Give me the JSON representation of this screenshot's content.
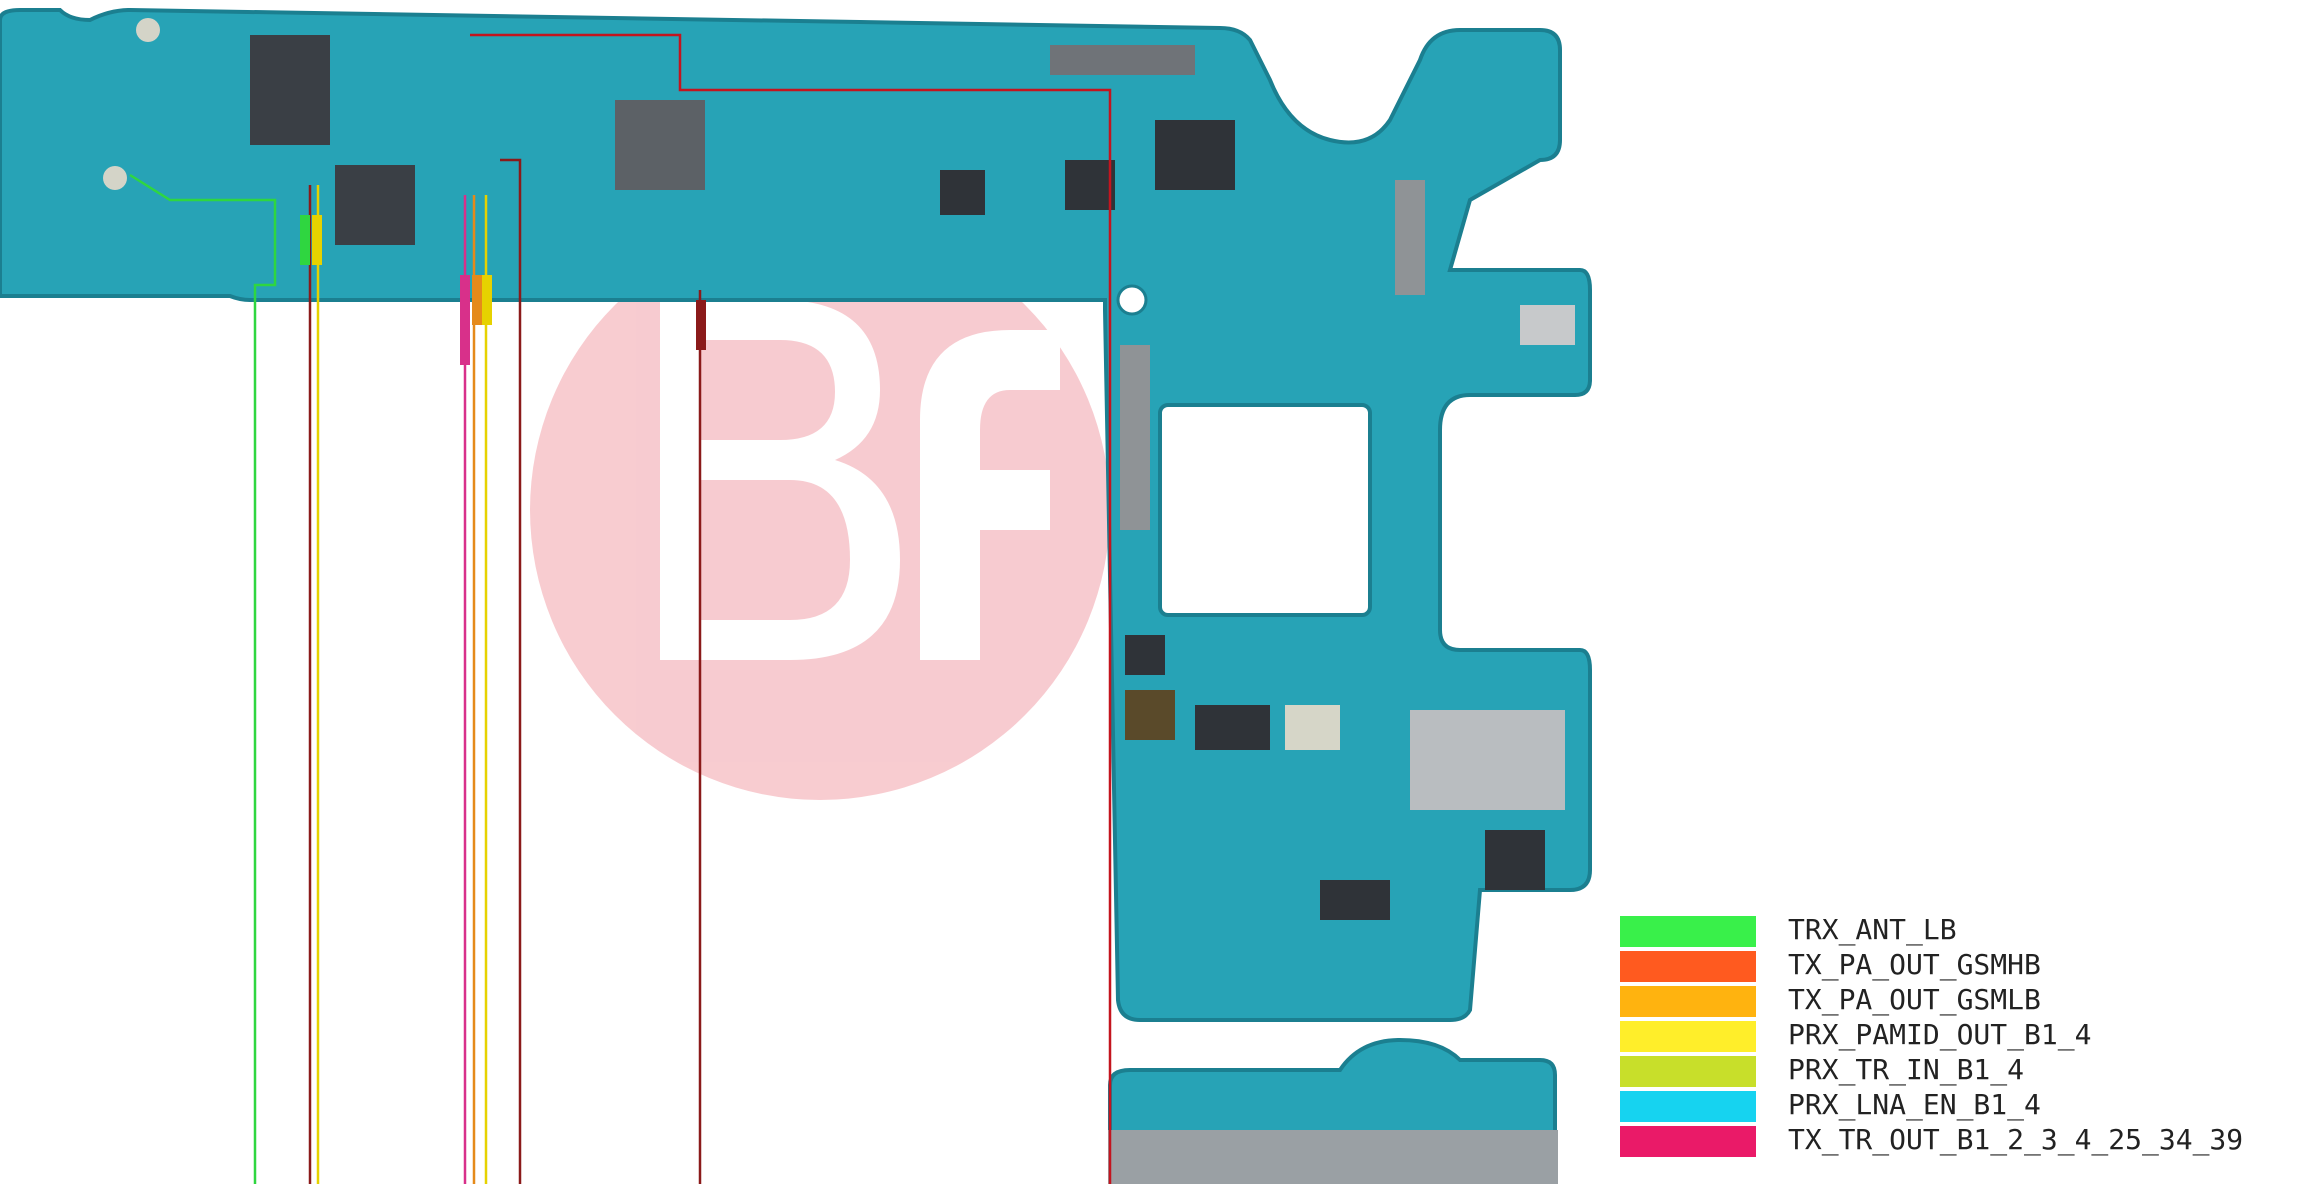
{
  "diagram": {
    "description_type": "smartphone-pcb-schematic",
    "board_color": "#27a3b6",
    "board_edge_color": "#1b7f90",
    "watermark_color": "#f2a2aa"
  },
  "legend": {
    "items": [
      {
        "label": "TRX_ANT_LB",
        "color": "#39f04a"
      },
      {
        "label": "TX_PA_OUT_GSMHB",
        "color": "#ff5a1f"
      },
      {
        "label": "TX_PA_OUT_GSMLB",
        "color": "#ffb30f"
      },
      {
        "label": "PRX_PAMID_OUT_B1_4",
        "color": "#ffee2a"
      },
      {
        "label": "PRX_TR_IN_B1_4",
        "color": "#c8df2a"
      },
      {
        "label": "PRX_LNA_EN_B1_4",
        "color": "#16d3f0"
      },
      {
        "label": "TX_TR_OUT_B1_2_3_4_25_34_39",
        "color": "#ea1a68"
      }
    ]
  },
  "traces": {
    "green": "#2fd640",
    "darkred": "#8b1a1a",
    "yellow": "#e6d200",
    "magenta": "#d8308a",
    "orange": "#e58a1a",
    "red": "#c4141e"
  }
}
